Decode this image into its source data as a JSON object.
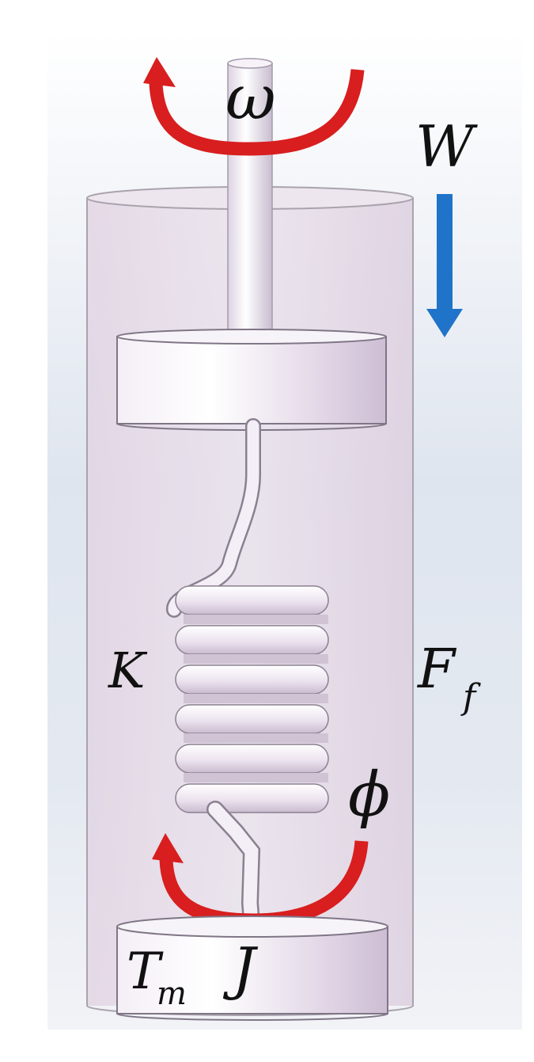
{
  "labels": {
    "omega": "ω",
    "W": "W",
    "K": "K",
    "F": "F",
    "F_sub": "f",
    "phi": "ϕ",
    "T": "T",
    "T_sub": "m",
    "J": "J"
  },
  "colors": {
    "arrow_red": "#d81e1e",
    "arrow_blue": "#1f73c8",
    "housing_fill": "#e7dde8",
    "housing_edge": "#a9a3ad",
    "metal_light": "#fbfafc",
    "metal_shadow": "#d2c4d6",
    "background_top": "#ffffff",
    "background_mid": "#d9e1ee"
  },
  "icons": {
    "rotation_top": "curved-arrow-ccw-icon",
    "rotation_bottom": "curved-arrow-ccw-icon",
    "load": "down-arrow-icon"
  }
}
